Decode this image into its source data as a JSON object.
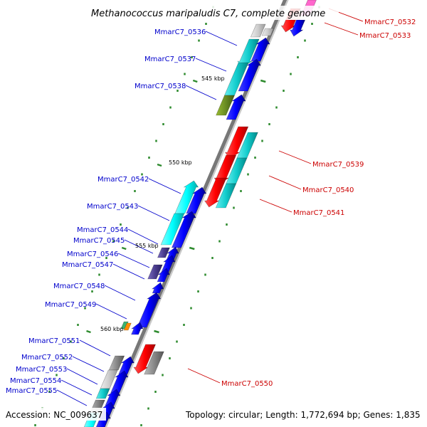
{
  "title": "Methanococcus maripaludis C7, complete genome",
  "accession": "Accession: NC_009637",
  "topology": "Topology: circular; Length: 1,772,694 bp; Genes: 1,835",
  "colors": {
    "backbone": "#8c8c8c",
    "forward_label": "#0000cc",
    "reverse_label": "#cc0000",
    "tick": "#2e8b2e"
  },
  "kbp_labels": [
    "545 kbp",
    "550 kbp",
    "555 kbp",
    "560 kbp"
  ],
  "genes_forward": [
    {
      "id": "MmarC7_0536",
      "color": "#c0c0c0"
    },
    {
      "id": "MmarC7_0537",
      "color": "#20d0d0"
    },
    {
      "id": "MmarC7_0538",
      "color": "#6b8e23"
    },
    {
      "id": "MmarC7_0542",
      "color": "#00ffff"
    },
    {
      "id": "MmarC7_0543",
      "color": "#00ffff"
    },
    {
      "id": "MmarC7_0544",
      "color": "#4b3d8f"
    },
    {
      "id": "MmarC7_0545",
      "color": "#4b3d8f"
    },
    {
      "id": "MmarC7_0546",
      "color": "#4b3d8f"
    },
    {
      "id": "MmarC7_0547",
      "color": "#4b3d8f"
    },
    {
      "id": "MmarC7_0548",
      "color": "#0000ff"
    },
    {
      "id": "MmarC7_0549",
      "color": "#3cb371"
    },
    {
      "id": "MmarC7_0551",
      "color": "#808080"
    },
    {
      "id": "MmarC7_0552",
      "color": "#c8c8c8"
    },
    {
      "id": "MmarC7_0553",
      "color": "#20d0d0"
    },
    {
      "id": "MmarC7_0554",
      "color": "#808080"
    },
    {
      "id": "MmarC7_0555",
      "color": "#00ffff"
    }
  ],
  "genes_reverse": [
    {
      "id": "MmarC7_0532",
      "color": "#ff0000"
    },
    {
      "id": "MmarC7_0533",
      "color": "#0000ff"
    },
    {
      "id": "MmarC7_0539",
      "color": "#ff0000"
    },
    {
      "id": "MmarC7_0540",
      "color": "#ff0000"
    },
    {
      "id": "MmarC7_0541",
      "color": "#ff0000"
    },
    {
      "id": "MmarC7_0550",
      "color": "#ff0000"
    }
  ]
}
